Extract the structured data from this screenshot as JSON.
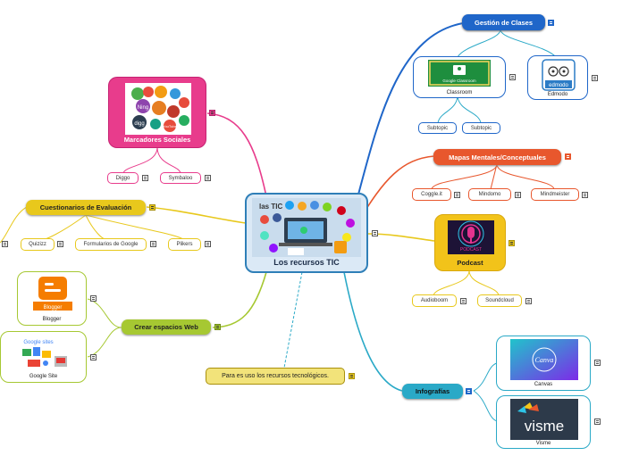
{
  "central": {
    "label": "Los recursos TIC",
    "image_title": "las TIC"
  },
  "gestion": {
    "label": "Gestión de Clases",
    "classroom": "Classroom",
    "classroom_logo": "Google Classroom",
    "edmodo": "Edmodo",
    "edmodo_logo": "edmodo",
    "subtopic1": "Subtopic",
    "subtopic2": "Subtopic"
  },
  "mapas": {
    "label": "Mapas Mentales/Conceptuales",
    "items": [
      "Coggle.it",
      "Mindomo",
      "Mindmeister"
    ]
  },
  "podcast": {
    "label": "Podcast",
    "logo_text": "PODCAST",
    "items": [
      "Audioboom",
      "Soundcloud"
    ]
  },
  "infografias": {
    "label": "Infografías",
    "canvas": "Canvas",
    "canvas_logo": "Canva",
    "visme": "Visme",
    "visme_logo": "visme"
  },
  "note": {
    "label": "Para es uso los recursos tecnológicos."
  },
  "marcadores": {
    "label": "Marcadores Sociales",
    "items": [
      "Diggo",
      "Symbaloo"
    ],
    "bubbles": [
      "Ning",
      "digg",
      "YouTube"
    ]
  },
  "cuestionarios": {
    "label": "Cuestionarios de Evaluación",
    "items": [
      "Quizizz",
      "Formularios de Google",
      "Plikers"
    ]
  },
  "crear": {
    "label": "Crear espacios Web",
    "blogger": "Blogger",
    "blogger_logo": "Blogger",
    "sites": "Google Site",
    "sites_logo": "Google sites"
  },
  "colors": {
    "blue": "#1f66c9",
    "red": "#e8572d",
    "yellow": "#e8c81c",
    "green": "#a6c832",
    "pink": "#e83c8c",
    "teal": "#2aa9c7"
  }
}
